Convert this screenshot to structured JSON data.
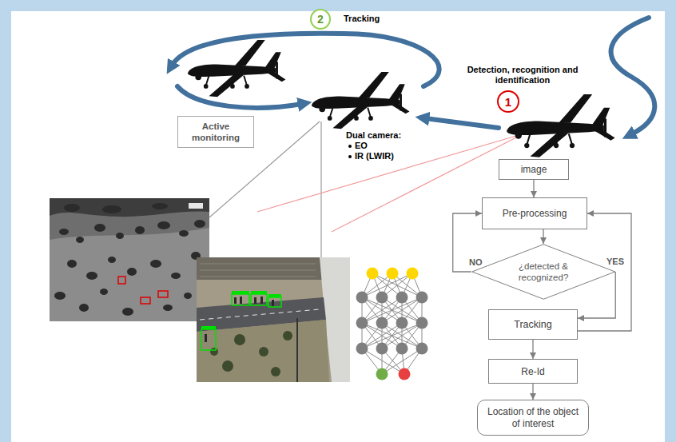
{
  "diagram": {
    "nodes": [
      {
        "text": [
          "2"
        ]
      },
      {
        "text": [
          "1"
        ]
      },
      {
        "text": [
          "Active monitoring"
        ]
      },
      {
        "text": [
          "image"
        ]
      },
      {
        "text": [
          "Pre-processing"
        ]
      },
      {
        "text": [
          "¿detected & recognized?"
        ]
      },
      {
        "text": [
          "Tracking"
        ]
      },
      {
        "text": [
          "Re-Id"
        ]
      },
      {
        "text": [
          "Location of the object of interest"
        ]
      }
    ],
    "edges": [
      {
        "from": 3,
        "to": 4,
        "arrow": "to"
      },
      {
        "from": 4,
        "to": 5,
        "arrow": "to"
      },
      {
        "from": 5,
        "to": 4,
        "label": "NO",
        "arrow": "to"
      },
      {
        "from": 5,
        "to": 6,
        "label": "YES",
        "arrow": "to"
      },
      {
        "from": 6,
        "to": 4,
        "arrow": "to"
      },
      {
        "from": 6,
        "to": 7,
        "arrow": "to"
      },
      {
        "from": 7,
        "to": 8,
        "arrow": "to"
      }
    ],
    "labels": [
      "Tracking",
      "Detection, recognition and identification",
      "Dual camera:",
      "EO",
      "IR (LWIR)"
    ]
  }
}
